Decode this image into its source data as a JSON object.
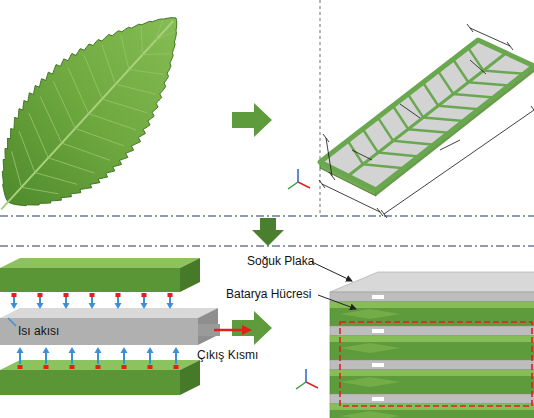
{
  "diagram": {
    "labels": [
      "Soğuk Plaka",
      "Batarya Hücresi",
      "Isı akısı",
      "Çıkış Kısmı"
    ]
  }
}
